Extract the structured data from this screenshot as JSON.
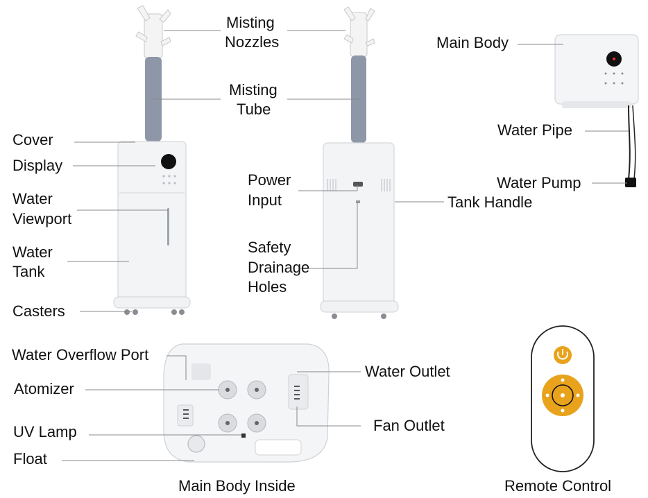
{
  "labels": {
    "misting_nozzles_1": "Misting",
    "misting_nozzles_2": "Nozzles",
    "misting_tube_1": "Misting",
    "misting_tube_2": "Tube",
    "cover": "Cover",
    "display": "Display",
    "water_viewport_1": "Water",
    "water_viewport_2": "Viewport",
    "water_tank_1": "Water",
    "water_tank_2": "Tank",
    "casters": "Casters",
    "power_input_1": "Power",
    "power_input_2": "Input",
    "safety_drainage_1": "Safety",
    "safety_drainage_2": "Drainage",
    "safety_drainage_3": "Holes",
    "tank_handle": "Tank Handle",
    "main_body": "Main Body",
    "water_pipe": "Water Pipe",
    "water_pump": "Water Pump",
    "water_overflow_port": "Water Overflow Port",
    "atomizer": "Atomizer",
    "uv_lamp": "UV Lamp",
    "float": "Float",
    "water_outlet": "Water Outlet",
    "fan_outlet": "Fan Outlet",
    "main_body_inside": "Main Body Inside",
    "remote_control": "Remote Control"
  },
  "colors": {
    "leader_line": "#888888",
    "tube": "#8e97a8",
    "body": "#f3f4f6",
    "remote_accent": "#e8a21c",
    "dark": "#111111"
  }
}
